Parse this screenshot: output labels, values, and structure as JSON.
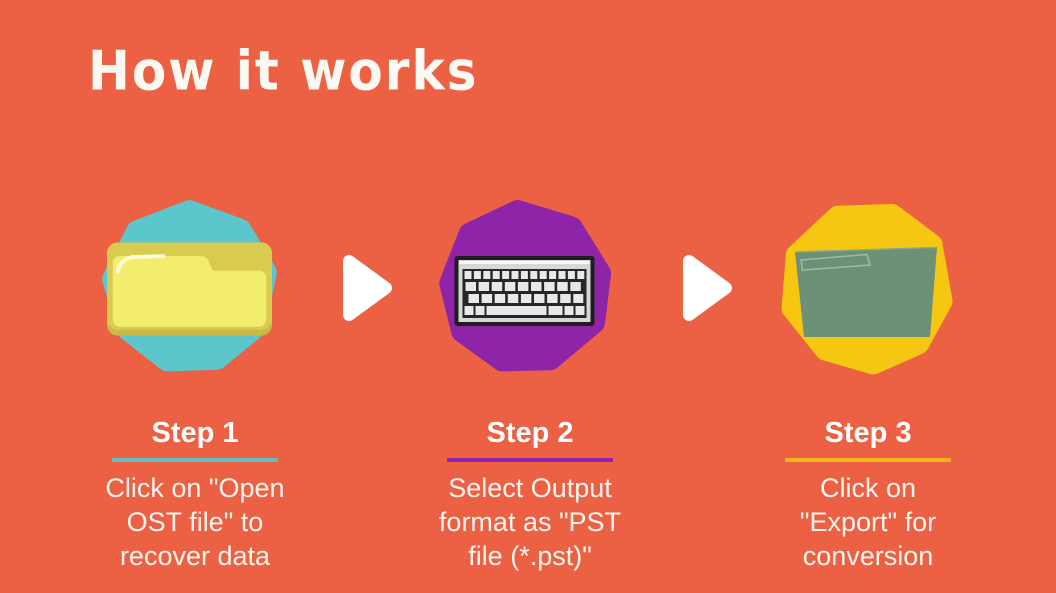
{
  "title": "How it works",
  "steps": [
    {
      "label": "Step 1",
      "description": "Click on \"Open OST file\" to recover data",
      "description_lines": [
        "Click on \"Open",
        "OST file\" to",
        "recover data"
      ],
      "accent_color": "#65BFC4",
      "blob_color": "#5BC6CB",
      "icon": "yellow-folder-icon"
    },
    {
      "label": "Step 2",
      "description": "Select Output format as \"PST file (*.pst)\"",
      "description_lines": [
        "Select Output",
        "format as \"PST",
        "file (*.pst)\""
      ],
      "accent_color": "#8E24A8",
      "blob_color": "#8E24A8",
      "icon": "keyboard-icon"
    },
    {
      "label": "Step 3",
      "description": "Click on \"Export\" for conversion",
      "description_lines": [
        "Click on",
        "\"Export\" for",
        "conversion"
      ],
      "accent_color": "#F2B51B",
      "blob_color": "#F5C713",
      "icon": "green-folder-icon"
    }
  ],
  "colors": {
    "background": "#EC6144",
    "arrow": "#FFFFFF",
    "title_text": "#FCF8F2",
    "body_text": "#FCF5EE"
  }
}
